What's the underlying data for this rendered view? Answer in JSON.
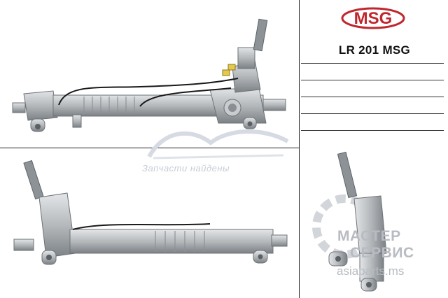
{
  "brand": {
    "logo_text": "MSG",
    "logo_color": "#c0262d"
  },
  "product": {
    "part_number": "LR 201 MSG"
  },
  "watermark_1": {
    "caption": "Запчасти найдены"
  },
  "watermark_2": {
    "line1": "МАСТЕР",
    "line2": "СЕРВИС",
    "site": "asiaparts.ms"
  },
  "colors": {
    "frame": "#222222",
    "metal": "#b9bcbf",
    "metal_dark": "#7f8488",
    "hose": "#1a1a1a",
    "valve": "#e6c84a"
  }
}
